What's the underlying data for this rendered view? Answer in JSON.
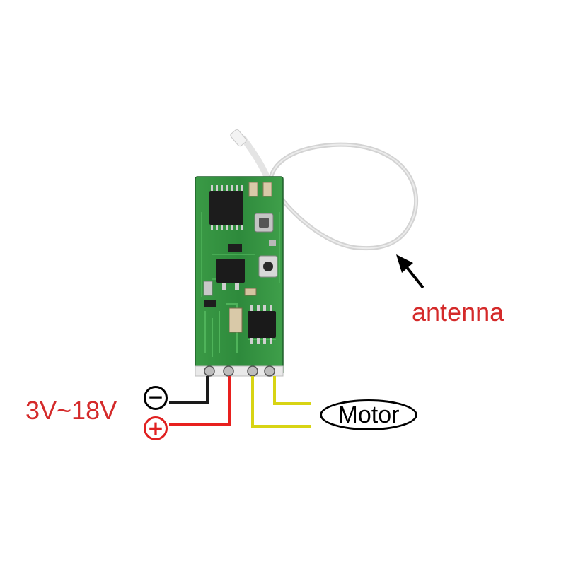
{
  "labels": {
    "antenna": "antenna",
    "voltage": "3V~18V",
    "motor": "Motor"
  },
  "symbols": {
    "negative": "−",
    "positive": "+"
  },
  "colors": {
    "label_red": "#d42a2a",
    "negative_wire": "#1a1a1a",
    "positive_wire": "#e8201e",
    "motor_wire": "#d8d414",
    "pcb_green": "#2f8a3a",
    "antenna_wire": "#d2d2d2"
  }
}
